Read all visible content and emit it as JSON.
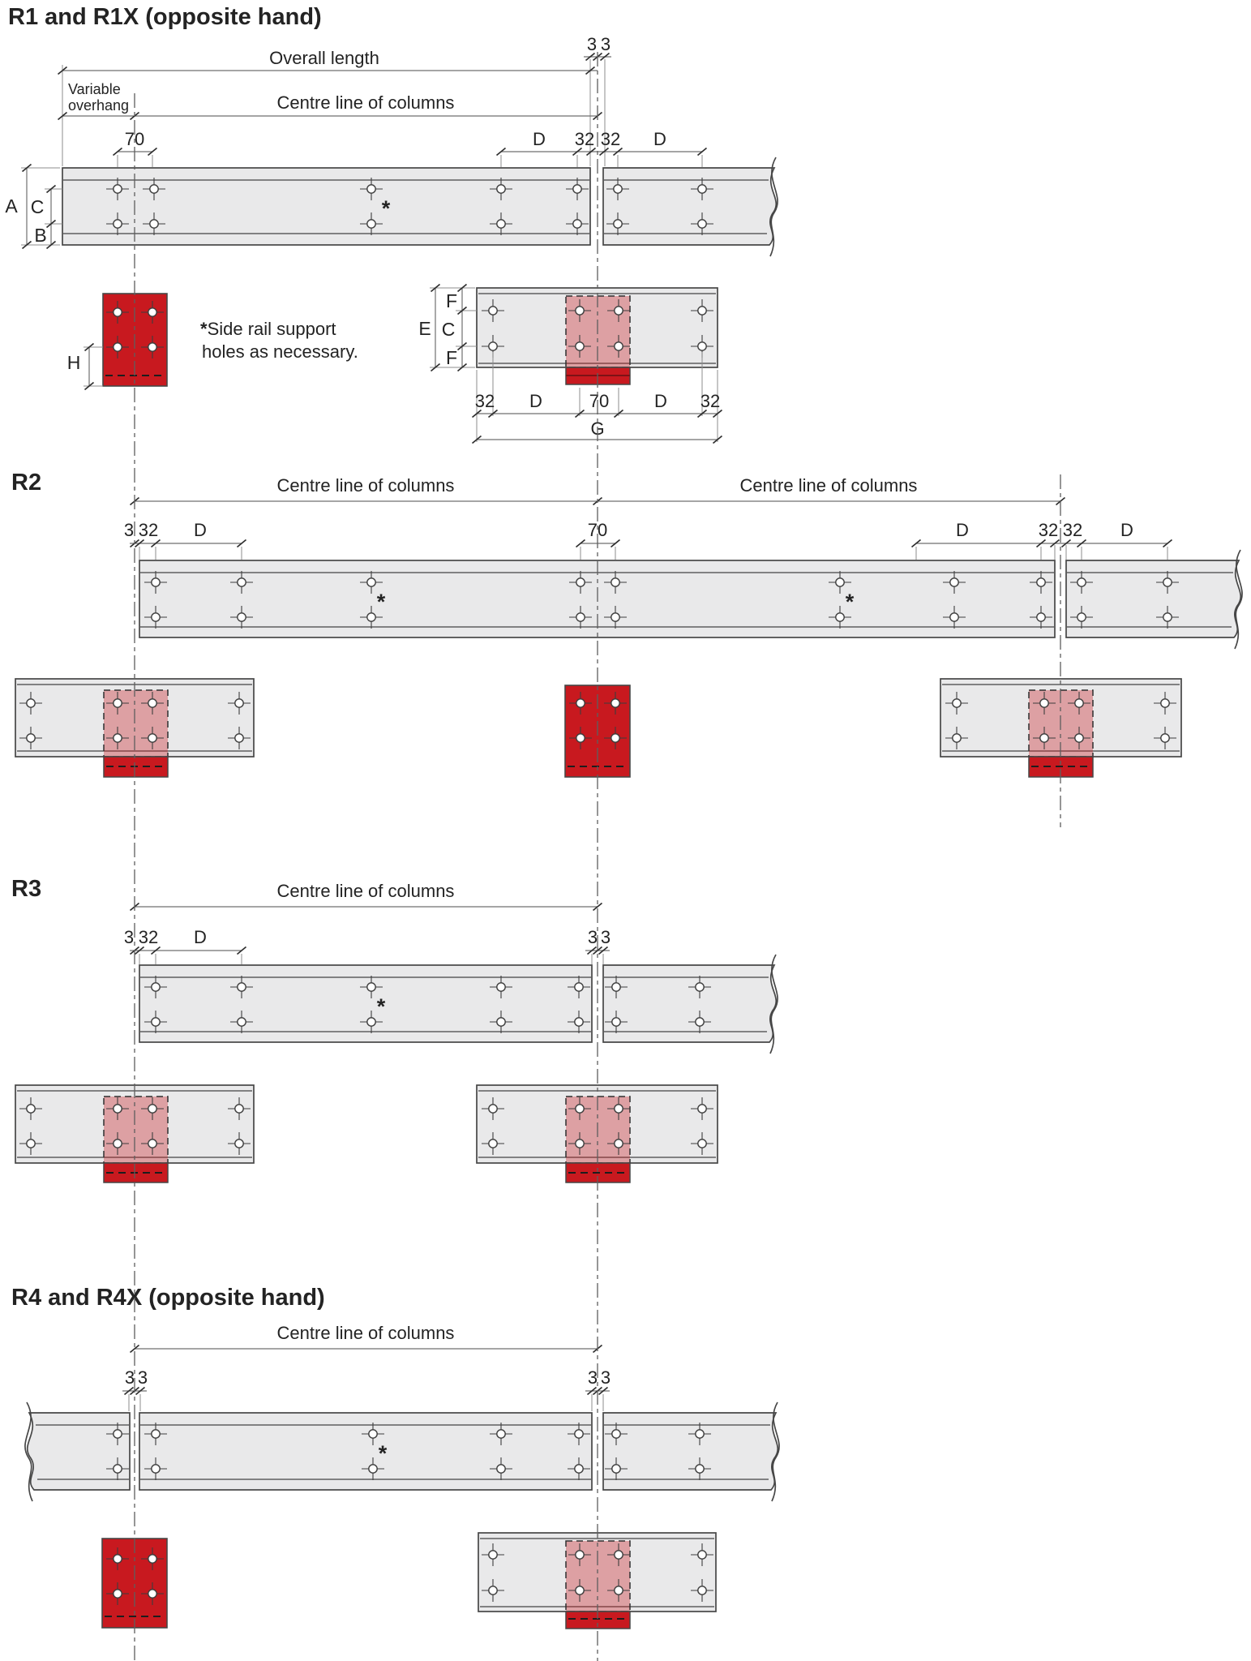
{
  "drawing": {
    "titles": {
      "r1": "R1 and R1X (opposite hand)",
      "r2": "R2",
      "r3": "R3",
      "r4": "R4 and R4X (opposite hand)"
    },
    "labels": {
      "overall_length": "Overall length",
      "variable": "Variable",
      "overhang": "overhang",
      "centre_line": "Centre line of columns",
      "note_star": "*",
      "note_line1": "Side rail support",
      "note_line2": "holes as necessary.",
      "asterisk": "*"
    },
    "dims": {
      "n3": "3",
      "n32": "32",
      "n70": "70",
      "D": "D",
      "A": "A",
      "B": "B",
      "C": "C",
      "E": "E",
      "F": "F",
      "G": "G",
      "H": "H"
    },
    "colors": {
      "red": "#c8191f",
      "dark_red": "#7e1216",
      "steel_grey": "#e9e9ea",
      "line_grey": "#474747",
      "pink_overlay": "rgba(200,25,31,0.35)"
    }
  }
}
